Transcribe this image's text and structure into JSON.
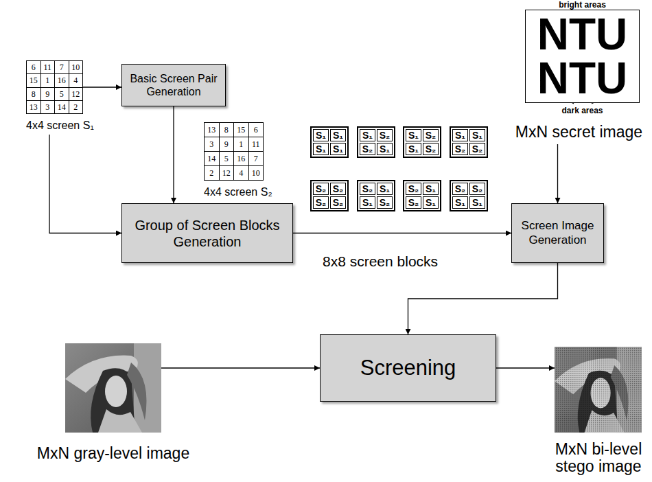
{
  "diagram": {
    "nodes": [
      {
        "text": [
          "6",
          "11",
          "7",
          "10",
          "15",
          "1",
          "16",
          "4",
          "8",
          "9",
          "5",
          "12",
          "13",
          "3",
          "14",
          "2",
          "4x4 screen S₁"
        ]
      },
      {
        "text": [
          "Basic Screen Pair Generation"
        ]
      },
      {
        "text": [
          "13",
          "8",
          "15",
          "6",
          "3",
          "9",
          "1",
          "11",
          "14",
          "5",
          "16",
          "7",
          "2",
          "12",
          "4",
          "10",
          "4x4 screen S₂"
        ]
      },
      {
        "text": [
          "S₁",
          "S₁",
          "S₁",
          "S₁"
        ]
      },
      {
        "text": [
          "S₁",
          "S₂",
          "S₂",
          "S₁"
        ]
      },
      {
        "text": [
          "S₁",
          "S₂",
          "S₁",
          "S₂"
        ]
      },
      {
        "text": [
          "S₁",
          "S₁",
          "S₂",
          "S₂"
        ]
      },
      {
        "text": [
          "S₂",
          "S₂",
          "S₂",
          "S₂"
        ]
      },
      {
        "text": [
          "S₂",
          "S₁",
          "S₁",
          "S₂"
        ]
      },
      {
        "text": [
          "S₂",
          "S₁",
          "S₂",
          "S₁"
        ]
      },
      {
        "text": [
          "S₂",
          "S₂",
          "S₁",
          "S₁"
        ]
      },
      {
        "text": [
          "bright areas",
          "NTU",
          "NTU",
          "dark areas",
          "MxN secret image"
        ]
      },
      {
        "text": [
          "Group of Screen Blocks Generation"
        ]
      },
      {
        "text": [
          "Screen Image Generation"
        ]
      },
      {
        "text": [
          "Screening"
        ]
      },
      {
        "text": [
          "MxN gray-level image"
        ]
      },
      {
        "text": [
          "MxN bi-level stego image"
        ]
      }
    ],
    "edges": [
      {
        "from": 0,
        "to": 1,
        "arrow": "to"
      },
      {
        "from": 0,
        "to": 12,
        "arrow": "to"
      },
      {
        "from": 1,
        "to": 12,
        "arrow": "to"
      },
      {
        "from": 12,
        "to": 13,
        "arrow": "to"
      },
      {
        "from": 11,
        "to": 13,
        "arrow": "to"
      },
      {
        "from": 13,
        "to": 14,
        "arrow": "to"
      },
      {
        "from": 15,
        "to": 14,
        "arrow": "to"
      },
      {
        "from": 14,
        "to": 16,
        "arrow": "to"
      }
    ],
    "labels": [
      "8x8 screen blocks"
    ]
  }
}
